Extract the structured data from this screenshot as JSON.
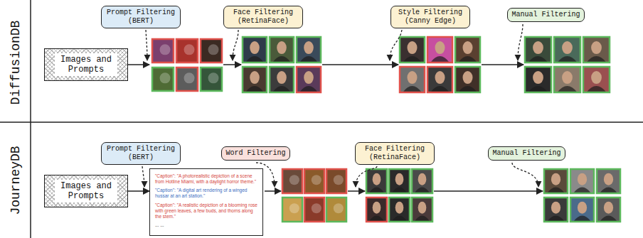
{
  "diagram": {
    "nodes": [
      {
        "text": [
          "Images and Prompts"
        ]
      },
      {
        "text": [
          "Prompt Filtering (BERT)"
        ]
      },
      {
        "text": [
          "Face Filtering (RetinaFace)"
        ]
      },
      {
        "text": [
          "Style Filtering (Canny Edge)"
        ]
      },
      {
        "text": [
          "Manual Filtering"
        ]
      },
      {
        "text": [
          "Images and Prompts"
        ]
      },
      {
        "text": [
          "Prompt Filtering (BERT)"
        ]
      },
      {
        "text": [
          "Word Filtering"
        ]
      },
      {
        "text": [
          "\"Caption\": \"A photorealistic depiction of a scene from Hotline Miami, with a daylight horror theme.\"",
          "\"Caption\": \"A digital art rendering of a winged hussar at an art station.\"",
          "\"Caption\": \"A realistic depiction of a blooming rose with green leaves, a few buds, and thorns along the stem.\"",
          "... ..."
        ]
      },
      {
        "text": [
          "Face Filtering (RetinaFace)"
        ]
      },
      {
        "text": [
          "Manual Filtering"
        ]
      }
    ],
    "edges": [
      {
        "from": 5,
        "to": 8,
        "arrow": "to"
      }
    ],
    "labels": [
      "DiffusionDB",
      "JourneyDB"
    ]
  }
}
